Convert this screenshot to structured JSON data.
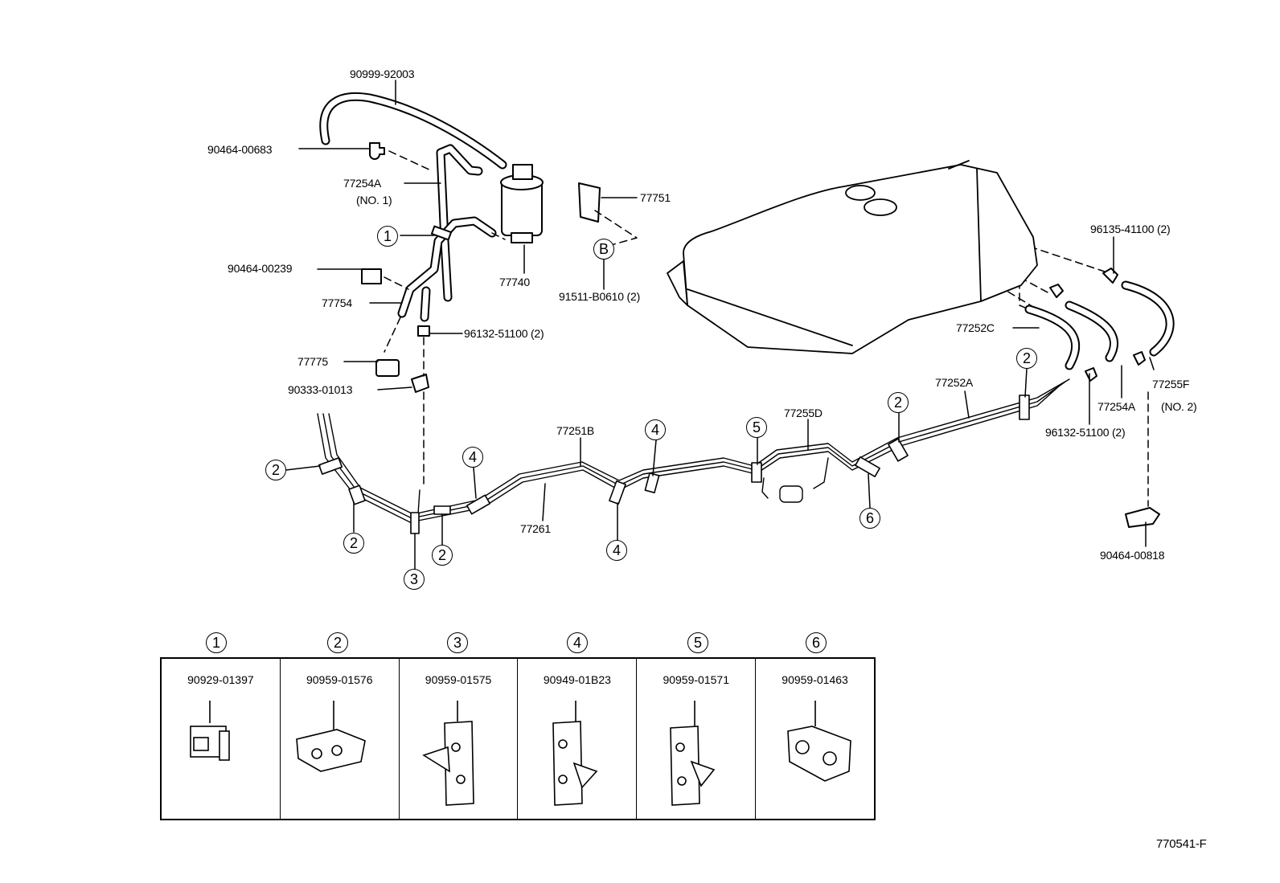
{
  "diagram_code": "770541-F",
  "parts": {
    "hose_90999_92003": "90999-92003",
    "clamp_90464_00683": "90464-00683",
    "hose_77254A_no1": "77254A",
    "hose_77254A_no1_note": "(NO. 1)",
    "clamp_90464_00239": "90464-00239",
    "hose_77754": "77754",
    "canister_77740": "77740",
    "valve_77775": "77775",
    "clip_96132_51100_a": "96132-51100 (2)",
    "plug_90333_01013": "90333-01013",
    "bracket_77751": "77751",
    "bolt_91511_B0610": "91511-B0610 (2)",
    "clip_96135_41100": "96135-41100 (2)",
    "pipe_77252C": "77252C",
    "pipe_77252A": "77252A",
    "hose_77255F": "77255F",
    "hose_77254A_no2": "77254A",
    "hose_77254A_no2_note": "(NO. 2)",
    "clip_96132_51100_b": "96132-51100 (2)",
    "pipe_77255D": "77255D",
    "pipe_77251B": "77251B",
    "pipe_77261": "77261",
    "clamp_90464_00818": "90464-00818"
  },
  "callouts": {
    "one": "1",
    "two": "2",
    "three": "3",
    "four": "4",
    "five": "5",
    "six": "6",
    "b": "B"
  },
  "legend": [
    {
      "ref": "1",
      "part": "90929-01397"
    },
    {
      "ref": "2",
      "part": "90959-01576"
    },
    {
      "ref": "3",
      "part": "90959-01575"
    },
    {
      "ref": "4",
      "part": "90949-01B23"
    },
    {
      "ref": "5",
      "part": "90959-01571"
    },
    {
      "ref": "6",
      "part": "90959-01463"
    }
  ]
}
